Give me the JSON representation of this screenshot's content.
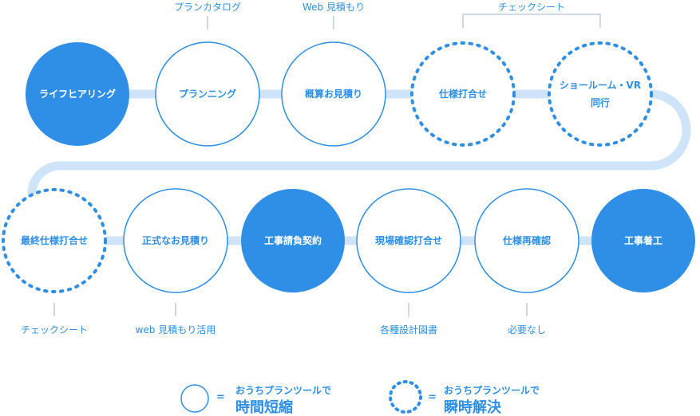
{
  "colors": {
    "accent": "#2f8fe6",
    "connector": "#cfe4f8"
  },
  "steps_top": [
    {
      "label": "ライフヒアリング",
      "style": "filled"
    },
    {
      "label": "プランニング",
      "style": "solid"
    },
    {
      "label": "概算お見積り",
      "style": "solid"
    },
    {
      "label": "仕様打合せ",
      "style": "dotted"
    },
    {
      "label": "ショールーム・VR\n同行",
      "style": "dotted"
    }
  ],
  "steps_bottom": [
    {
      "label": "最終仕様打合せ",
      "style": "dotted"
    },
    {
      "label": "正式なお見積り",
      "style": "solid"
    },
    {
      "label": "工事請負契約",
      "style": "filled"
    },
    {
      "label": "現場確認打合せ",
      "style": "solid"
    },
    {
      "label": "仕様再確認",
      "style": "solid"
    },
    {
      "label": "工事着工",
      "style": "filled"
    }
  ],
  "notes": {
    "plan_catalog": "プランカタログ",
    "web_estimate": "Web 見積もり",
    "check_sheet_top": "チェックシート",
    "check_sheet_bottom": "チェックシート",
    "web_estimate_use": "web 見積もり活用",
    "drawings": "各種設計図書",
    "not_needed": "必要なし"
  },
  "legend": [
    {
      "equals": "=",
      "small": "おうちプランツールで",
      "big": "時間短縮",
      "style": "solid"
    },
    {
      "equals": "=",
      "small": "おうちプランツールで",
      "big": "瞬時解決",
      "style": "dotted"
    }
  ]
}
